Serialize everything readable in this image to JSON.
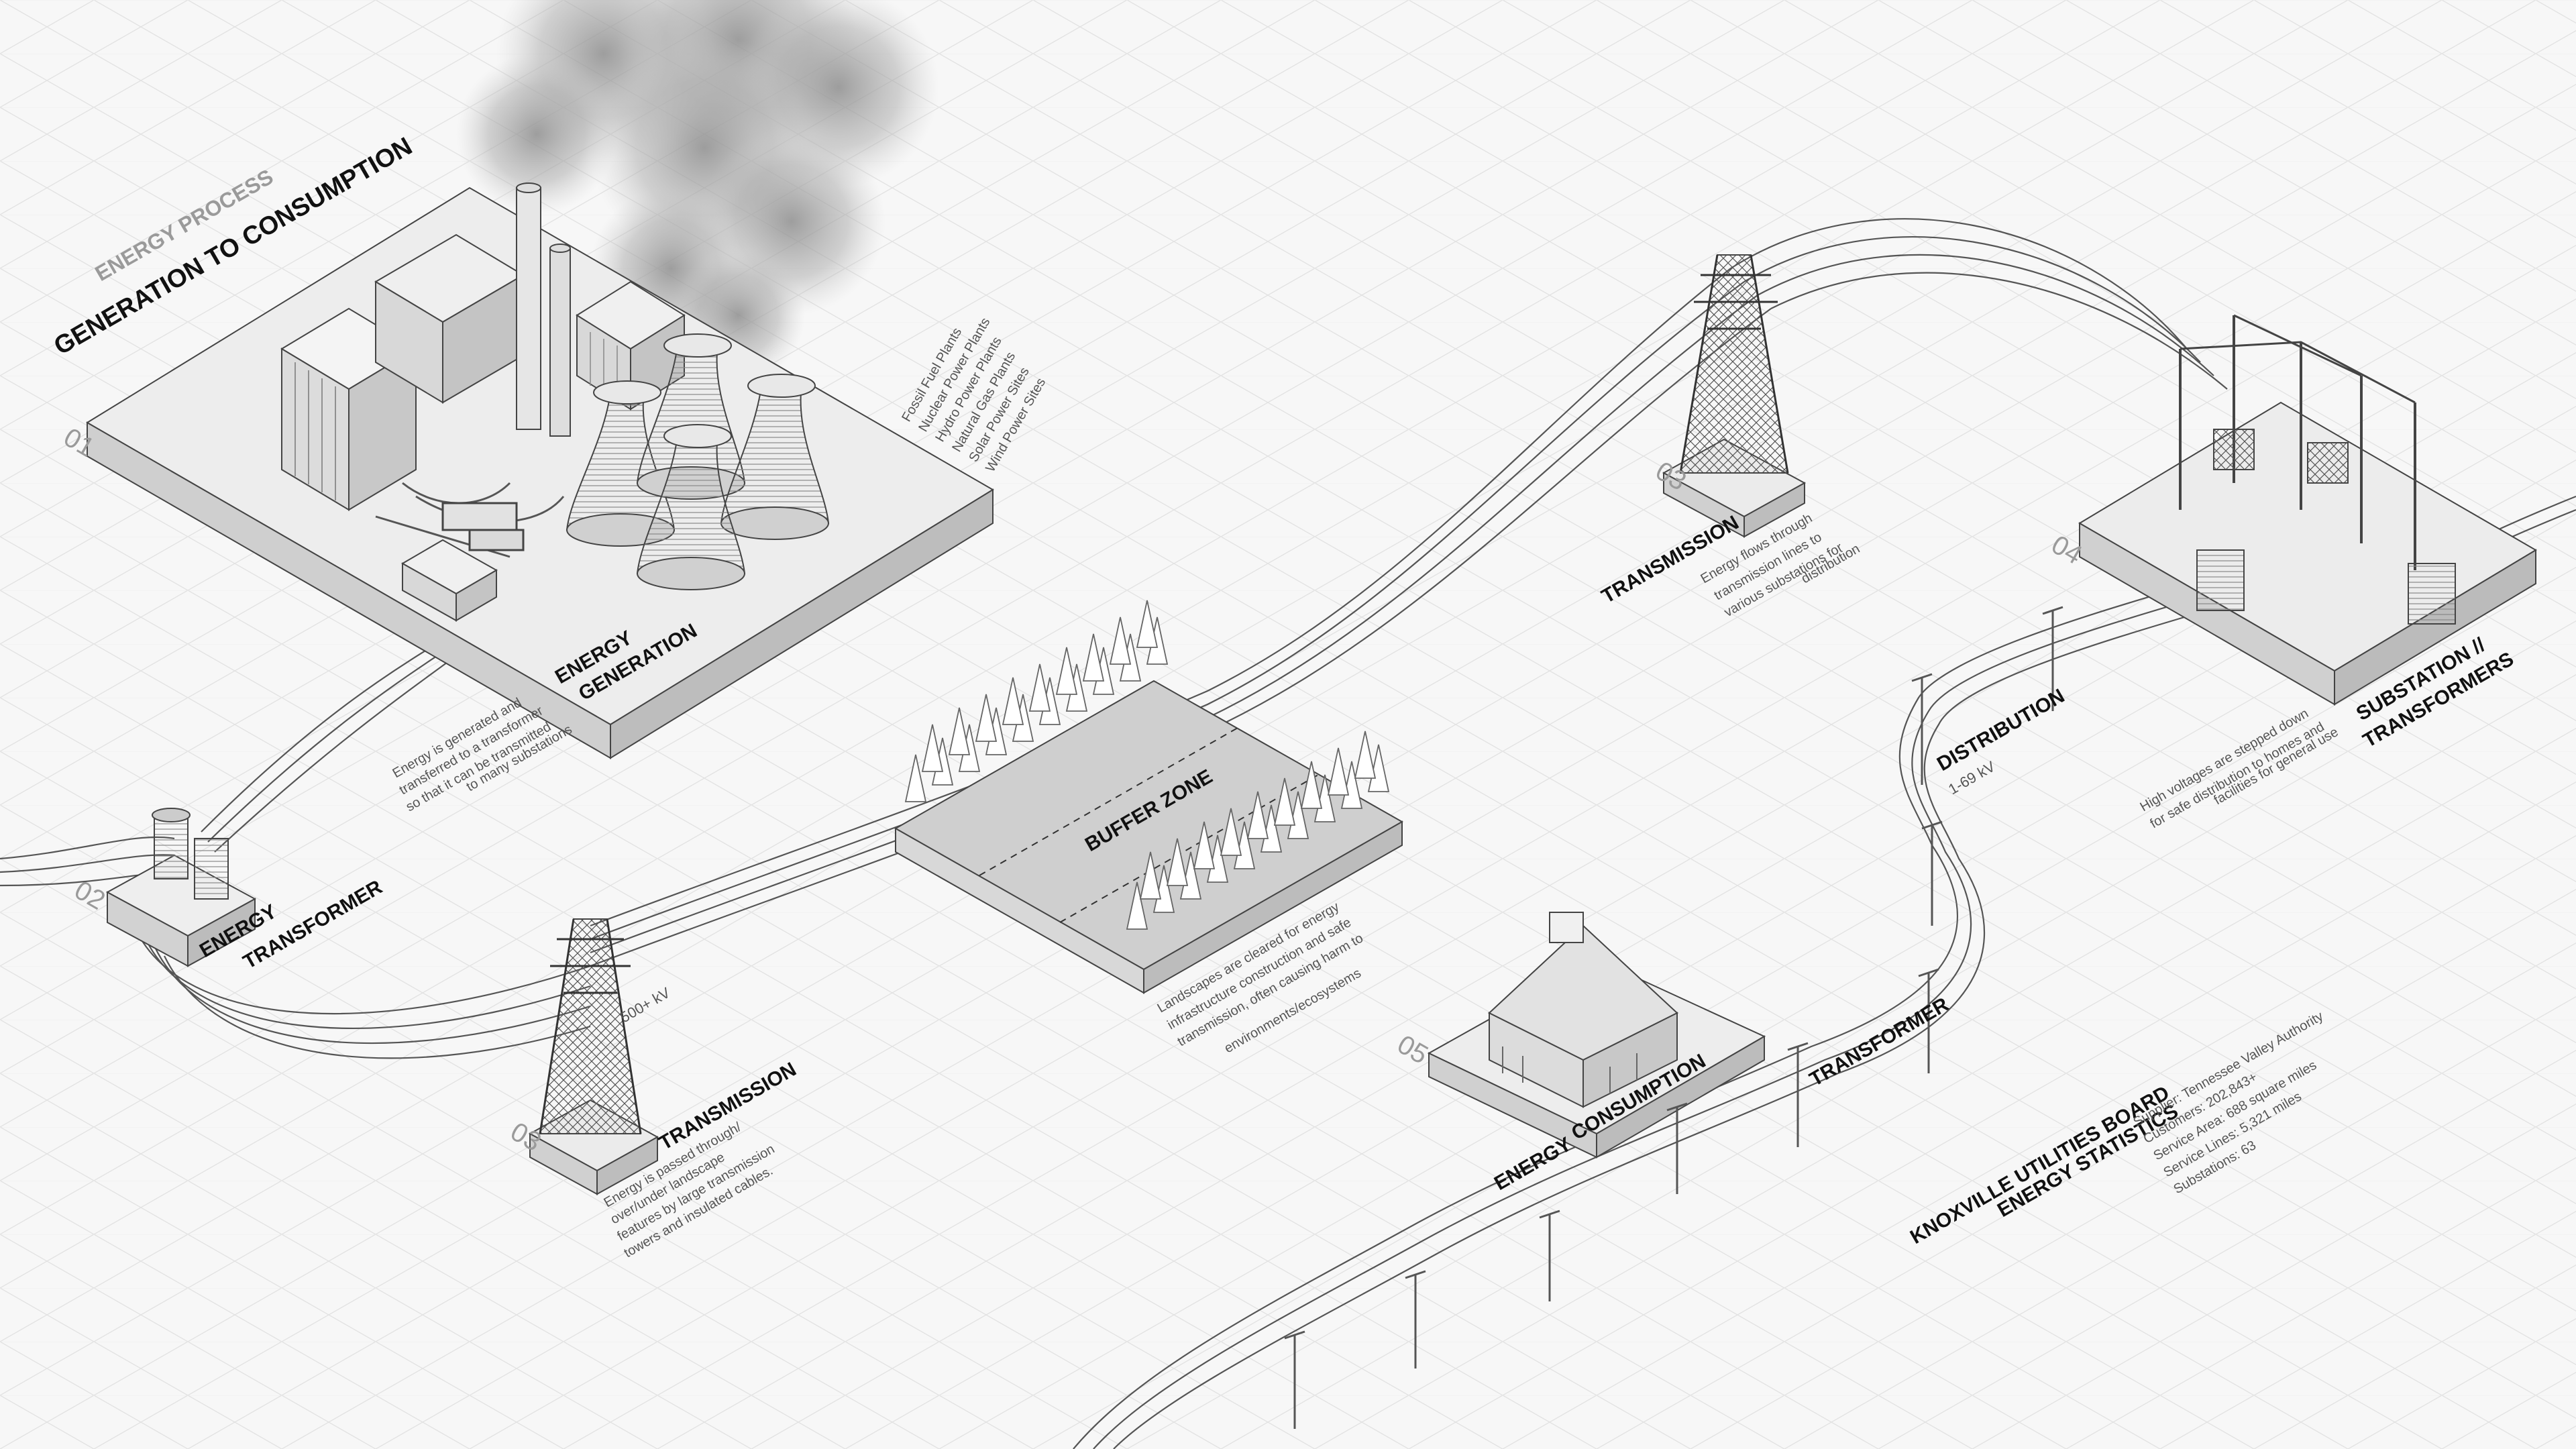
{
  "header": {
    "subtitle": "ENERGY PROCESS",
    "title": "GENERATION TO CONSUMPTION"
  },
  "stages": {
    "s01": {
      "number": "01",
      "label_lines": [
        "ENERGY",
        "GENERATION"
      ],
      "sources": [
        "Fossil Fuel Plants",
        "Nuclear Power Plants",
        "Hydro Power Plants",
        "Natural Gas Plants",
        "Solar Power Sites",
        "Wind Power Sites"
      ],
      "note_lines": [
        "Energy is generated and",
        "transferred to a transformer",
        "so that it can be transmitted",
        "to many substations"
      ]
    },
    "s02": {
      "number": "02",
      "label_lines": [
        "ENERGY",
        "TRANSFORMER"
      ]
    },
    "s03a": {
      "number": "03",
      "label": "TRANSMISSION",
      "voltage": "500+ kV",
      "note_lines": [
        "Energy is passed through/",
        "over/under landscape",
        "features by large transmission",
        "towers and insulated cables."
      ]
    },
    "buffer": {
      "label": "BUFFER ZONE",
      "note_lines": [
        "Landscapes are cleared for energy",
        "infrastructure construction and safe",
        "transmission, often causing harm to",
        "environments/ecosystems"
      ]
    },
    "s03b": {
      "number": "03",
      "label": "TRANSMISSION",
      "note_lines": [
        "Energy flows through",
        "transmission lines to",
        "various substations for",
        "distribution"
      ]
    },
    "s04": {
      "number": "04",
      "label_lines": [
        "SUBSTATION //",
        "TRANSFORMERS"
      ],
      "note_lines": [
        "High voltages are stepped down",
        "for safe distribution to homes and",
        "facilities for general use"
      ]
    },
    "distribution": {
      "label": "DISTRIBUTION",
      "voltage": "1-69 kV"
    },
    "transformer": {
      "label": "TRANSFORMER"
    },
    "s05": {
      "number": "05",
      "label_lines": [
        "ENERGY",
        "CONSUMPTION"
      ]
    }
  },
  "statistics": {
    "title_lines": [
      "KNOXVILLE UTILITIES BOARD",
      "ENERGY STATISTICS"
    ],
    "lines": [
      "Supplier: Tennessee Valley Authority",
      "Customers: 202,843+",
      "Service Area: 688 square miles",
      "Service Lines: 5,321 miles",
      "Substations: 63"
    ]
  }
}
